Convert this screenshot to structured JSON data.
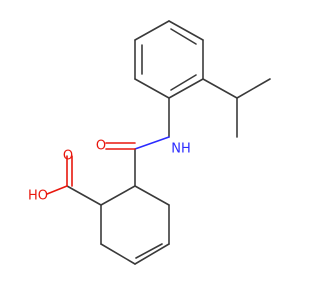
{
  "molecule": {
    "colors": {
      "bond": "#3a3a3a",
      "oxygen": "#e8170d",
      "nitrogen": "#2b2bff"
    },
    "labels": {
      "carbonyl_oxygen_acid": "O",
      "hydroxyl": "HO",
      "carbonyl_oxygen_amide": "O",
      "amide_nh": "NH"
    }
  }
}
